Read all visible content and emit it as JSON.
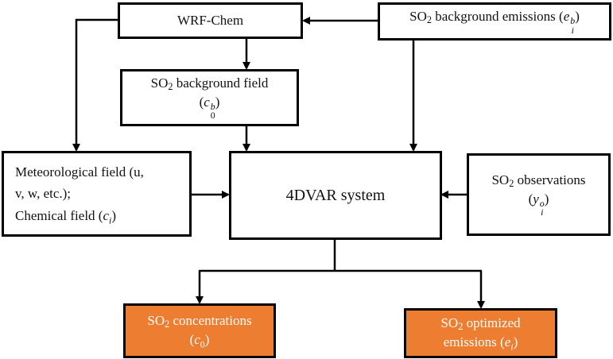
{
  "diagram": {
    "type": "flowchart",
    "colors": {
      "output_fill": "#ed7d31",
      "border": "#000000",
      "background": "#ffffff"
    },
    "nodes": {
      "wrf_chem": {
        "label": "WRF-Chem"
      },
      "bg_emissions": {
        "prefix": "SO",
        "sub": "2",
        "label": " background emissions (",
        "var": "e",
        "var_sup": "b",
        "var_sub": "i",
        "suffix": ")"
      },
      "bg_field": {
        "prefix": "SO",
        "sub": "2",
        "label": " background field",
        "open": "(",
        "var": "c",
        "var_sup": "b",
        "var_sub": "0",
        "close": ")"
      },
      "met_field": {
        "line1": "Meteorological field (u,",
        "line2": "v, w, etc.);",
        "line3_label": "Chemical field (",
        "line3_var": "c",
        "line3_var_sub": "i",
        "line3_close": ")"
      },
      "fourdvar": {
        "label": "4DVAR system"
      },
      "observations": {
        "prefix": "SO",
        "sub": "2",
        "label": " observations",
        "open": "(",
        "var": "y",
        "var_sup": "o",
        "var_sub": "i",
        "close": ")"
      },
      "concentrations": {
        "prefix": "SO",
        "sub": "2",
        "label": " concentrations",
        "open": "(",
        "var": "c",
        "var_sub": "0",
        "close": ")"
      },
      "optimized_emissions": {
        "prefix": "SO",
        "sub": "2",
        "label": " optimized",
        "line2": "emissions (",
        "var": "e",
        "var_sub": "i",
        "close": ")"
      }
    },
    "edges": [
      {
        "from": "bg_emissions",
        "to": "wrf_chem"
      },
      {
        "from": "bg_emissions",
        "to": "fourdvar"
      },
      {
        "from": "wrf_chem",
        "to": "bg_field"
      },
      {
        "from": "wrf_chem",
        "to": "met_field"
      },
      {
        "from": "bg_field",
        "to": "fourdvar"
      },
      {
        "from": "met_field",
        "to": "fourdvar"
      },
      {
        "from": "observations",
        "to": "fourdvar"
      },
      {
        "from": "fourdvar",
        "to": "concentrations"
      },
      {
        "from": "fourdvar",
        "to": "optimized_emissions"
      }
    ]
  }
}
